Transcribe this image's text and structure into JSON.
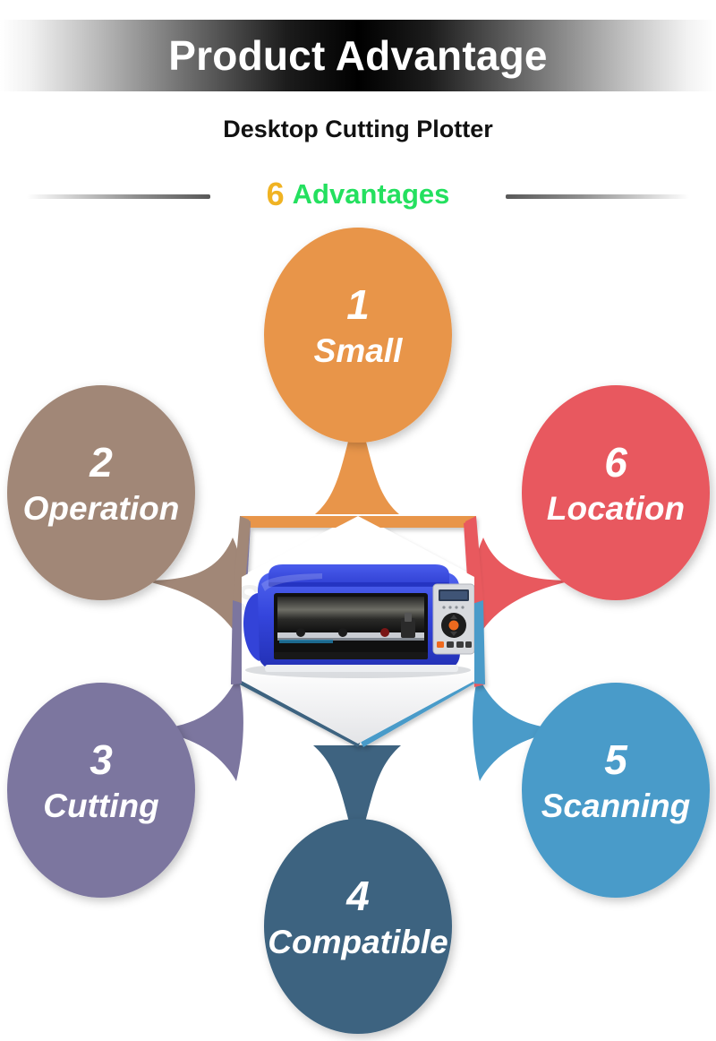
{
  "header": {
    "title": "Product Advantage",
    "subtitle": "Desktop Cutting Plotter",
    "advantage_count": "6",
    "advantage_word": "Advantages",
    "title_text_color": "#ffffff",
    "count_color": "#f0b323",
    "word_color": "#24e05f"
  },
  "diagram": {
    "type": "hexagon-hub-and-spoke",
    "center_image": "desktop-cutting-plotter-photo",
    "center_image_colors": {
      "body": "#2e3fd6",
      "body_light": "#4557e8",
      "cutting_bay": "#141414",
      "panel": "#d8dade",
      "lcd": "#2b3a52",
      "accent_button": "#ef6a1e",
      "base": "#e9eaec"
    },
    "watermark": "",
    "nodes": [
      {
        "number": "1",
        "label": "Small",
        "color": "#e8954a",
        "position": "top"
      },
      {
        "number": "2",
        "label": "Operation",
        "color": "#a18777",
        "position": "upper-left"
      },
      {
        "number": "3",
        "label": "Cutting",
        "color": "#7c769f",
        "position": "lower-left"
      },
      {
        "number": "4",
        "label": "Compatible",
        "color": "#3e6380",
        "position": "bottom"
      },
      {
        "number": "5",
        "label": "Scanning",
        "color": "#4a9bc9",
        "position": "lower-right"
      },
      {
        "number": "6",
        "label": "Location",
        "color": "#e8595e",
        "position": "upper-right"
      }
    ]
  }
}
